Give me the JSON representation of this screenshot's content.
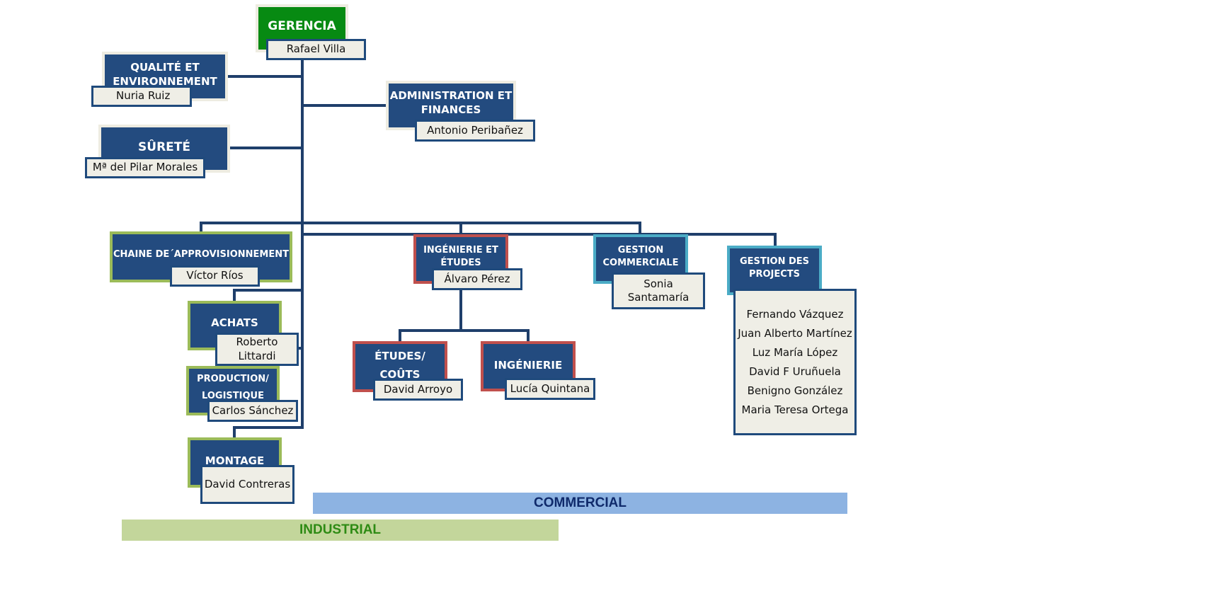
{
  "chart_data": {
    "type": "org-chart",
    "root": {
      "unit": "GERENCIA",
      "person": "Rafael Villa",
      "color": "#078a12"
    },
    "staff": [
      {
        "unit": "QUALITÉ ET ENVIRONNEMENT",
        "unit_lines": [
          "QUALITÉ ET",
          "ENVIRONNEMENT"
        ],
        "person": "Nuria Ruiz"
      },
      {
        "unit": "SÛRETÉ",
        "unit_lines": [
          "SÛRETÉ"
        ],
        "person": "Mª del Pilar Morales"
      },
      {
        "unit": "ADMINISTRATION ET FINANCES",
        "unit_lines": [
          "ADMINISTRATION ET",
          "FINANCES"
        ],
        "person": "Antonio Peribañez"
      }
    ],
    "divisions": [
      {
        "unit": "CHAINE DE´APPROVISIONNEMENT",
        "unit_lines": [
          "CHAINE DE´APPROVISIONNEMENT"
        ],
        "person": "Víctor Ríos",
        "group": "INDUSTRIAL",
        "border_color": "#9bbb59",
        "children": [
          {
            "unit": "ACHATS",
            "unit_lines": [
              "ACHATS"
            ],
            "person_lines": [
              "Roberto",
              "Littardi"
            ]
          },
          {
            "unit": "PRODUCTION/ LOGISTIQUE",
            "unit_lines": [
              "PRODUCTION/",
              "LOGISTIQUE"
            ],
            "person_lines": [
              "Carlos Sánchez"
            ]
          },
          {
            "unit": "MONTAGE",
            "unit_lines": [
              "MONTAGE"
            ],
            "person_lines": [
              "David Contreras"
            ]
          }
        ]
      },
      {
        "unit": "INGÉNIERIE ET ÉTUDES",
        "unit_lines": [
          "INGÉNIERIE ET",
          "ÉTUDES"
        ],
        "person": "Álvaro Pérez",
        "group": "INDUSTRIAL",
        "border_color": "#c0504d",
        "children": [
          {
            "unit": "ÉTUDES/ COÛTS",
            "unit_lines": [
              "ÉTUDES/",
              "COÛTS"
            ],
            "person_lines": [
              "David Arroyo"
            ]
          },
          {
            "unit": "INGÉNIERIE",
            "unit_lines": [
              "INGÉNIERIE"
            ],
            "person_lines": [
              "Lucía Quintana"
            ]
          }
        ]
      },
      {
        "unit": "GESTION COMMERCIALE",
        "unit_lines": [
          "GESTION",
          "COMMERCIALE"
        ],
        "person_lines": [
          "Sonia",
          "Santamaría"
        ],
        "group": "COMMERCIAL",
        "border_color": "#4bacc6"
      },
      {
        "unit": "GESTION DES PROJECTS",
        "unit_lines": [
          "GESTION DES",
          "PROJECTS"
        ],
        "people": [
          "Fernando Vázquez",
          "Juan Alberto Martínez",
          "Luz María López",
          "David F Uruñuela",
          "Benigno González",
          "Maria Teresa Ortega"
        ],
        "group": "COMMERCIAL",
        "border_color": "#4bacc6"
      }
    ],
    "groups": [
      {
        "label": "COMMERCIAL",
        "bar_color": "#8db3e2",
        "text_color": "#0f2a6b"
      },
      {
        "label": "INDUSTRIAL",
        "bar_color": "#c3d69b",
        "text_color": "#2e8b14"
      }
    ],
    "colors": {
      "unit_fill": "#234b7f",
      "connector": "#1f3f6b",
      "person_fill": "#efeee6",
      "person_border": "#1f4a7c"
    }
  }
}
